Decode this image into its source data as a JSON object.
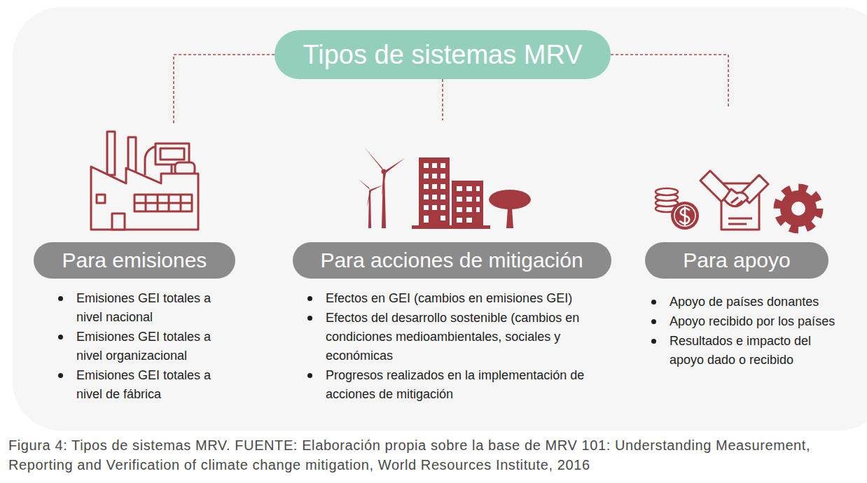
{
  "diagram": {
    "caption": "Figura 4: Tipos de sistemas MRV. FUENTE: Elaboración propia sobre la base de MRV 101: Understanding Measurement, Reporting and Verification of climate change mitigation, World Resources Institute, 2016",
    "nodes": [
      {
        "text": [
          "Tipos de sistemas MRV"
        ]
      },
      {
        "text": [
          "Para emisiones"
        ]
      },
      {
        "text": [
          "Para acciones de mitigación"
        ]
      },
      {
        "text": [
          "Para apoyo"
        ]
      }
    ],
    "edges": [
      {
        "from": 0,
        "to": 1,
        "arrow": "none"
      },
      {
        "from": 0,
        "to": 2,
        "arrow": "none"
      },
      {
        "from": 0,
        "to": 3,
        "arrow": "none"
      }
    ],
    "labels": [
      "Emisiones GEI totales a nivel nacional",
      "Emisiones GEI totales a nivel organizacional",
      "Emisiones GEI totales a nivel de fábrica",
      "Efectos en GEI (cambios en emisiones GEI)",
      "Efectos del desarrollo sostenible (cambios en condiciones medioambientales, sociales y económicas",
      "Progresos realizados en la implementación de acciones de mitigación",
      "Apoyo de países donantes",
      "Apoyo recibido por los países",
      "Resultados e impacto del apoyo dado o recibido"
    ]
  }
}
